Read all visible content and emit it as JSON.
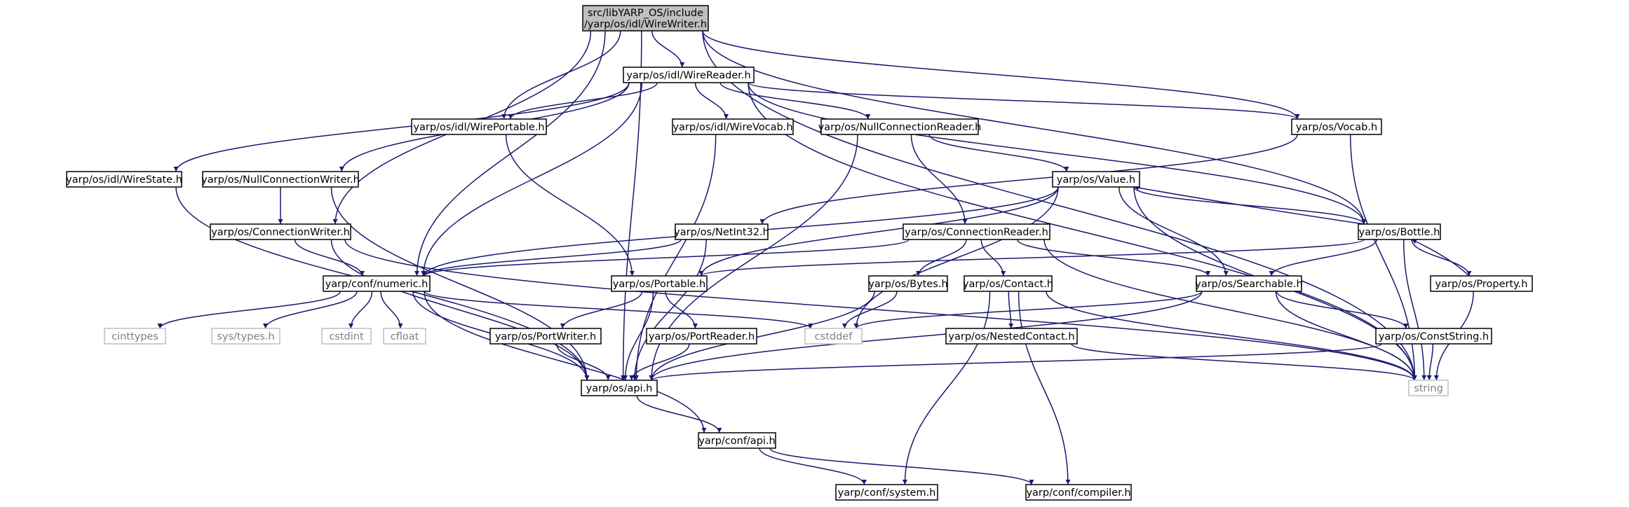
{
  "diagram": {
    "type": "include-dependency-graph",
    "colors": {
      "edge": "#191970",
      "node_border": "#000000",
      "external_border": "#bfbfbf",
      "root_fill": "#bfbfbf",
      "external_text": "#808080"
    },
    "nodes": [
      {
        "id": "root",
        "lines": [
          "src/libYARP_OS/include",
          "/yarp/os/idl/WireWriter.h"
        ],
        "kind": "root"
      },
      {
        "id": "wirereader",
        "lines": [
          "yarp/os/idl/WireReader.h"
        ],
        "kind": "normal"
      },
      {
        "id": "wireportable",
        "lines": [
          "yarp/os/idl/WirePortable.h"
        ],
        "kind": "normal"
      },
      {
        "id": "wirevocab",
        "lines": [
          "yarp/os/idl/WireVocab.h"
        ],
        "kind": "normal"
      },
      {
        "id": "nullconnreader",
        "lines": [
          "yarp/os/NullConnectionReader.h"
        ],
        "kind": "normal"
      },
      {
        "id": "vocab",
        "lines": [
          "yarp/os/Vocab.h"
        ],
        "kind": "normal"
      },
      {
        "id": "wirestate",
        "lines": [
          "yarp/os/idl/WireState.h"
        ],
        "kind": "normal"
      },
      {
        "id": "nullconnwriter",
        "lines": [
          "yarp/os/NullConnectionWriter.h"
        ],
        "kind": "normal"
      },
      {
        "id": "value",
        "lines": [
          "yarp/os/Value.h"
        ],
        "kind": "normal"
      },
      {
        "id": "connwriter",
        "lines": [
          "yarp/os/ConnectionWriter.h"
        ],
        "kind": "normal"
      },
      {
        "id": "netint32",
        "lines": [
          "yarp/os/NetInt32.h"
        ],
        "kind": "normal"
      },
      {
        "id": "connreader",
        "lines": [
          "yarp/os/ConnectionReader.h"
        ],
        "kind": "normal"
      },
      {
        "id": "bottle",
        "lines": [
          "yarp/os/Bottle.h"
        ],
        "kind": "normal"
      },
      {
        "id": "numeric",
        "lines": [
          "yarp/conf/numeric.h"
        ],
        "kind": "normal"
      },
      {
        "id": "portable",
        "lines": [
          "yarp/os/Portable.h"
        ],
        "kind": "normal"
      },
      {
        "id": "bytes",
        "lines": [
          "yarp/os/Bytes.h"
        ],
        "kind": "normal"
      },
      {
        "id": "contact",
        "lines": [
          "yarp/os/Contact.h"
        ],
        "kind": "normal"
      },
      {
        "id": "searchable",
        "lines": [
          "yarp/os/Searchable.h"
        ],
        "kind": "normal"
      },
      {
        "id": "property",
        "lines": [
          "yarp/os/Property.h"
        ],
        "kind": "normal"
      },
      {
        "id": "cinttypes",
        "lines": [
          "cinttypes"
        ],
        "kind": "external"
      },
      {
        "id": "systypes",
        "lines": [
          "sys/types.h"
        ],
        "kind": "external"
      },
      {
        "id": "cstdint",
        "lines": [
          "cstdint"
        ],
        "kind": "external"
      },
      {
        "id": "cfloat",
        "lines": [
          "cfloat"
        ],
        "kind": "external"
      },
      {
        "id": "cstddef",
        "lines": [
          "cstddef"
        ],
        "kind": "external"
      },
      {
        "id": "portwriter",
        "lines": [
          "yarp/os/PortWriter.h"
        ],
        "kind": "normal"
      },
      {
        "id": "portreader",
        "lines": [
          "yarp/os/PortReader.h"
        ],
        "kind": "normal"
      },
      {
        "id": "nestedcontact",
        "lines": [
          "yarp/os/NestedContact.h"
        ],
        "kind": "normal"
      },
      {
        "id": "conststring",
        "lines": [
          "yarp/os/ConstString.h"
        ],
        "kind": "normal"
      },
      {
        "id": "osapi",
        "lines": [
          "yarp/os/api.h"
        ],
        "kind": "normal"
      },
      {
        "id": "string",
        "lines": [
          "string"
        ],
        "kind": "external"
      },
      {
        "id": "confapi",
        "lines": [
          "yarp/conf/api.h"
        ],
        "kind": "normal"
      },
      {
        "id": "system",
        "lines": [
          "yarp/conf/system.h"
        ],
        "kind": "normal"
      },
      {
        "id": "compiler",
        "lines": [
          "yarp/conf/compiler.h"
        ],
        "kind": "normal"
      }
    ],
    "edges": [
      [
        "root",
        "wirereader"
      ],
      [
        "root",
        "wireportable"
      ],
      [
        "root",
        "vocab"
      ],
      [
        "root",
        "bottle"
      ],
      [
        "root",
        "string"
      ],
      [
        "root",
        "osapi"
      ],
      [
        "root",
        "connwriter"
      ],
      [
        "root",
        "numeric"
      ],
      [
        "wirereader",
        "wireportable"
      ],
      [
        "wirereader",
        "wirevocab"
      ],
      [
        "wirereader",
        "nullconnreader"
      ],
      [
        "wirereader",
        "vocab"
      ],
      [
        "wirereader",
        "wirestate"
      ],
      [
        "wirereader",
        "nullconnwriter"
      ],
      [
        "wirereader",
        "numeric"
      ],
      [
        "wirereader",
        "bottle"
      ],
      [
        "wirereader",
        "string"
      ],
      [
        "wireportable",
        "portable"
      ],
      [
        "wirevocab",
        "osapi"
      ],
      [
        "wirestate",
        "osapi"
      ],
      [
        "nullconnreader",
        "value"
      ],
      [
        "nullconnreader",
        "connreader"
      ],
      [
        "nullconnreader",
        "osapi"
      ],
      [
        "vocab",
        "netint32"
      ],
      [
        "vocab",
        "string"
      ],
      [
        "nullconnwriter",
        "connwriter"
      ],
      [
        "nullconnwriter",
        "osapi"
      ],
      [
        "connwriter",
        "numeric"
      ],
      [
        "connwriter",
        "osapi"
      ],
      [
        "connwriter",
        "string"
      ],
      [
        "value",
        "bottle"
      ],
      [
        "value",
        "numeric"
      ],
      [
        "value",
        "portable"
      ],
      [
        "value",
        "searchable"
      ],
      [
        "value",
        "cstddef"
      ],
      [
        "value",
        "string"
      ],
      [
        "netint32",
        "numeric"
      ],
      [
        "netint32",
        "osapi"
      ],
      [
        "connreader",
        "numeric"
      ],
      [
        "connreader",
        "bytes"
      ],
      [
        "connreader",
        "contact"
      ],
      [
        "connreader",
        "searchable"
      ],
      [
        "connreader",
        "string"
      ],
      [
        "bottle",
        "value"
      ],
      [
        "bottle",
        "portable"
      ],
      [
        "bottle",
        "searchable"
      ],
      [
        "bottle",
        "property"
      ],
      [
        "bottle",
        "string"
      ],
      [
        "property",
        "bottle"
      ],
      [
        "property",
        "string"
      ],
      [
        "numeric",
        "cinttypes"
      ],
      [
        "numeric",
        "systypes"
      ],
      [
        "numeric",
        "cstdint"
      ],
      [
        "numeric",
        "cfloat"
      ],
      [
        "numeric",
        "cstddef"
      ],
      [
        "numeric",
        "confapi"
      ],
      [
        "numeric",
        "osapi"
      ],
      [
        "portable",
        "portwriter"
      ],
      [
        "portable",
        "portreader"
      ],
      [
        "portable",
        "osapi"
      ],
      [
        "bytes",
        "cstddef"
      ],
      [
        "bytes",
        "osapi"
      ],
      [
        "contact",
        "nestedcontact"
      ],
      [
        "contact",
        "string"
      ],
      [
        "contact",
        "system"
      ],
      [
        "contact",
        "compiler"
      ],
      [
        "searchable",
        "conststring"
      ],
      [
        "searchable",
        "cstddef"
      ],
      [
        "searchable",
        "osapi"
      ],
      [
        "searchable",
        "string"
      ],
      [
        "conststring",
        "osapi"
      ],
      [
        "conststring",
        "string"
      ],
      [
        "portwriter",
        "osapi"
      ],
      [
        "portreader",
        "osapi"
      ],
      [
        "nestedcontact",
        "string"
      ],
      [
        "osapi",
        "confapi"
      ],
      [
        "confapi",
        "system"
      ],
      [
        "confapi",
        "compiler"
      ]
    ]
  }
}
